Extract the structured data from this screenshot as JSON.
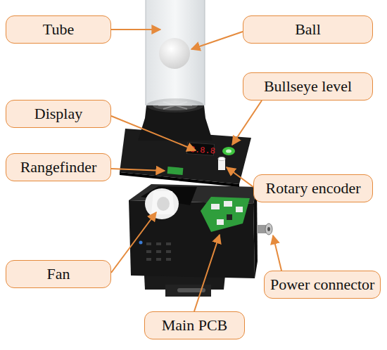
{
  "diagram": {
    "nodes": [
      {
        "text": [
          "Tube"
        ]
      },
      {
        "text": [
          "Ball"
        ]
      },
      {
        "text": [
          "Bullseye level"
        ]
      },
      {
        "text": [
          "Display"
        ]
      },
      {
        "text": [
          "Rangefinder"
        ]
      },
      {
        "text": [
          "Rotary encoder"
        ]
      },
      {
        "text": [
          "Fan"
        ]
      },
      {
        "text": [
          "Power connector"
        ]
      },
      {
        "text": [
          "Main PCB"
        ]
      }
    ]
  }
}
